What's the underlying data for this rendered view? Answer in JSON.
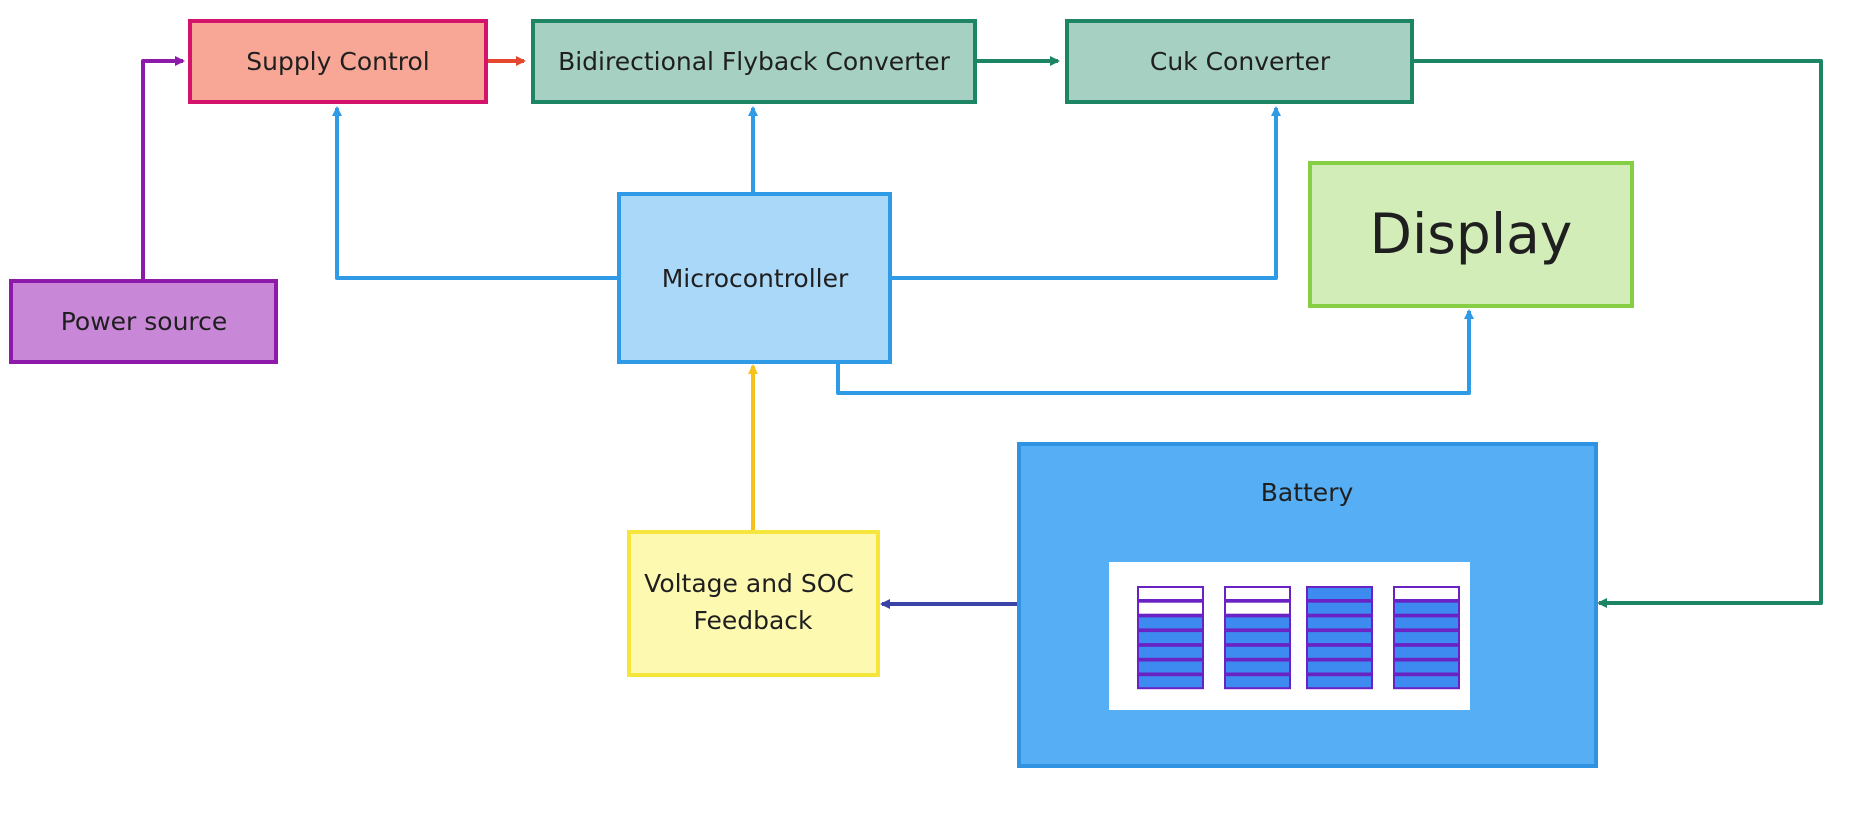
{
  "nodes": {
    "supply_control": {
      "label": "Supply Control"
    },
    "flyback": {
      "label": "Bidirectional Flyback Converter"
    },
    "cuk": {
      "label": "Cuk Converter"
    },
    "microcontroller": {
      "label": "Microcontroller"
    },
    "display": {
      "label": "Display"
    },
    "power_source": {
      "label": "Power source"
    },
    "battery": {
      "label": "Battery",
      "cell_columns": [
        {
          "filled": 5,
          "total": 7
        },
        {
          "filled": 5,
          "total": 7
        },
        {
          "filled": 7,
          "total": 7
        },
        {
          "filled": 6,
          "total": 7
        }
      ]
    },
    "feedback": {
      "label_line1": "Voltage and SOC",
      "label_line2": "Feedback"
    }
  },
  "colors": {
    "supply_fill": "#f8a796",
    "supply_stroke": "#d4136d",
    "converter_fill": "#a6d0c1",
    "converter_stroke": "#1e8564",
    "micro_fill": "#aad8f8",
    "micro_stroke": "#2f9be6",
    "display_fill": "#d2edb8",
    "display_stroke": "#86cf45",
    "power_fill": "#c987d8",
    "power_stroke": "#8d1aa8",
    "battery_fill": "#56aef4",
    "battery_stroke": "#2f93e2",
    "feedback_fill": "#fef9b1",
    "feedback_stroke": "#f6e63c",
    "arrow_purple": "#8d1aa8",
    "arrow_red": "#e5482f",
    "arrow_green": "#1e8564",
    "arrow_blue": "#2f9be6",
    "arrow_yellow": "#f4c21a",
    "arrow_indigo": "#3a43a6",
    "cell_filled": "#3d8bf0",
    "cell_border": "#6a22c5"
  }
}
